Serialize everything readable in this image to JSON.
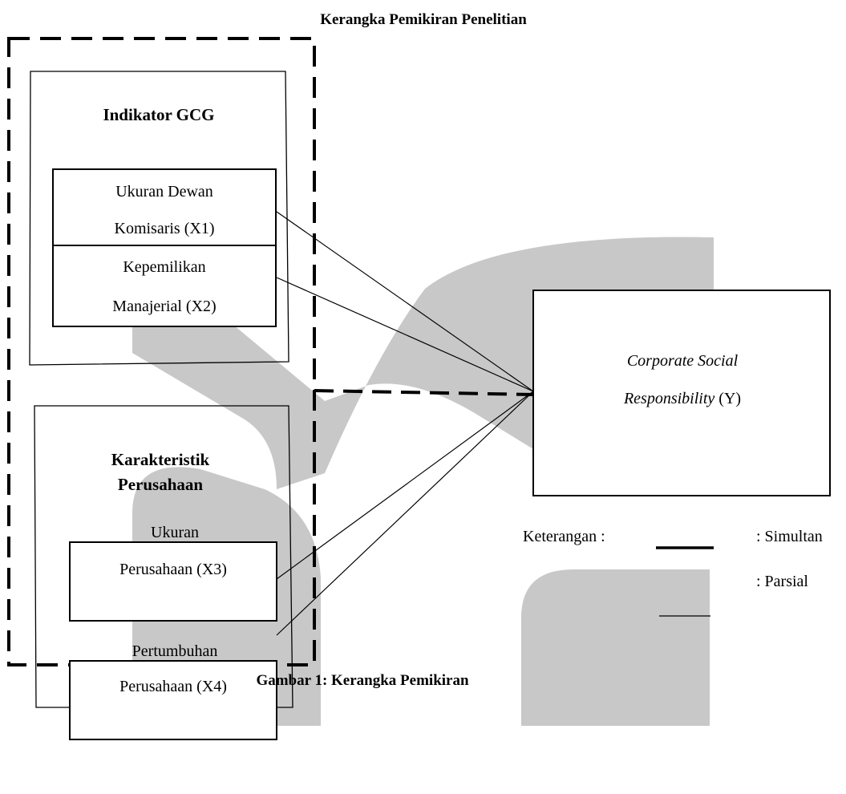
{
  "figure": {
    "title": "Kerangka Pemikiran Penelitian",
    "caption": "Gambar 1: Kerangka Pemikiran"
  },
  "groups": {
    "gcg": {
      "heading": "Indikator GCG"
    },
    "karakteristik": {
      "heading_line1": "Karakteristik",
      "heading_line2": "Perusahaan"
    }
  },
  "variables": {
    "x1": {
      "line1": "Ukuran Dewan",
      "line2": "Komisaris (X1)"
    },
    "x2": {
      "line1": "Kepemilikan",
      "line2": "Manajerial (X2)"
    },
    "x3": {
      "line1": "Ukuran",
      "line2": "Perusahaan (X3)"
    },
    "x4": {
      "line1": "Pertumbuhan",
      "line2": "Perusahaan (X4)"
    },
    "y": {
      "line1": "Corporate Social",
      "line2_italic": "Responsibility",
      "line2_rest": " (Y)"
    }
  },
  "legend": {
    "label": "Keterangan :",
    "simultan": ": Simultan",
    "parsial": ": Parsial"
  },
  "colors": {
    "watermark": "#c8c8c8",
    "line": "#000000"
  }
}
